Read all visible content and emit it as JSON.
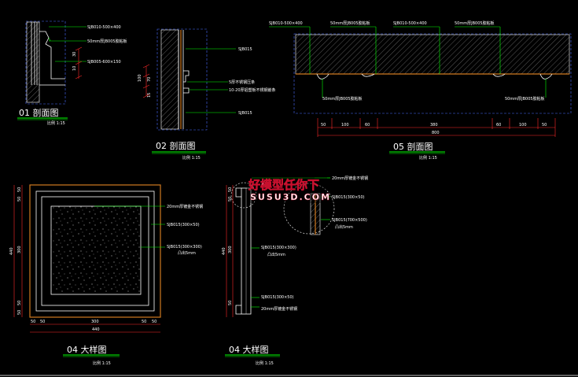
{
  "colors": {
    "background": "#000000",
    "leader": "#00ff00",
    "dimension": "#ff2a2a",
    "frame": "#d07a20",
    "outline": "#ffffff",
    "section_frame": "#4a6cff",
    "title_rule": "#00ff00"
  },
  "drawings": {
    "d01": {
      "title": "01 剖面图",
      "scale": "比例 1:15",
      "labels": [
        "SJB010-500×400",
        "50mm厚JB005胶粘板",
        "SJB005-600×150"
      ],
      "dims": [
        "30",
        "10"
      ]
    },
    "d02": {
      "title": "02 剖面图",
      "scale": "比例 1:15",
      "labels": [
        "SJB015",
        "5厚不锈钢压条",
        "10-20厚铝塑板不锈钢嵌条",
        "SJB015"
      ],
      "dims": [
        "100",
        "70",
        "15"
      ]
    },
    "d05": {
      "title": "05 剖面图",
      "scale": "比例 1:15",
      "top_labels": [
        "SJB010-500×400",
        "50mm厚JB005胶粘板",
        "SJB010-500×400",
        "50mm厚JB005胶粘板"
      ],
      "bottom_labels": [
        "50mm厚JB005胶粘板",
        "50mm厚JB005胶粘板"
      ],
      "dims": [
        "50",
        "100",
        "60",
        "380",
        "60",
        "100",
        "50"
      ],
      "total": "800"
    },
    "d04a": {
      "title": "04 大样图",
      "scale": "比例 1:15",
      "labels": [
        "20mm厚镀金不锈钢",
        "SJB015(300×50)",
        "SJB015(300×300)",
        "凸出5mm"
      ],
      "dims_h": [
        "50",
        "50",
        "300",
        "50",
        "50"
      ],
      "total_h": "440",
      "dims_v": [
        "50",
        "50",
        "300",
        "50",
        "50"
      ],
      "total_v": "440"
    },
    "d04b": {
      "title": "04 大样图",
      "scale": "比例 1:15",
      "labels": [
        "20mm厚镀金不锈钢",
        "SJB015(300×50)",
        "SJB015(700×500)",
        "凸出5mm",
        "SJB015(300×300)",
        "凸出5mm",
        "SJB015(300×50)",
        "20mm厚镀金不锈钢"
      ],
      "dims_v": [
        "50",
        "50",
        "300",
        "50"
      ],
      "total_v": "440"
    }
  },
  "watermark": {
    "line1": "好模型任你下",
    "line2": "SUSU3D.COM"
  }
}
